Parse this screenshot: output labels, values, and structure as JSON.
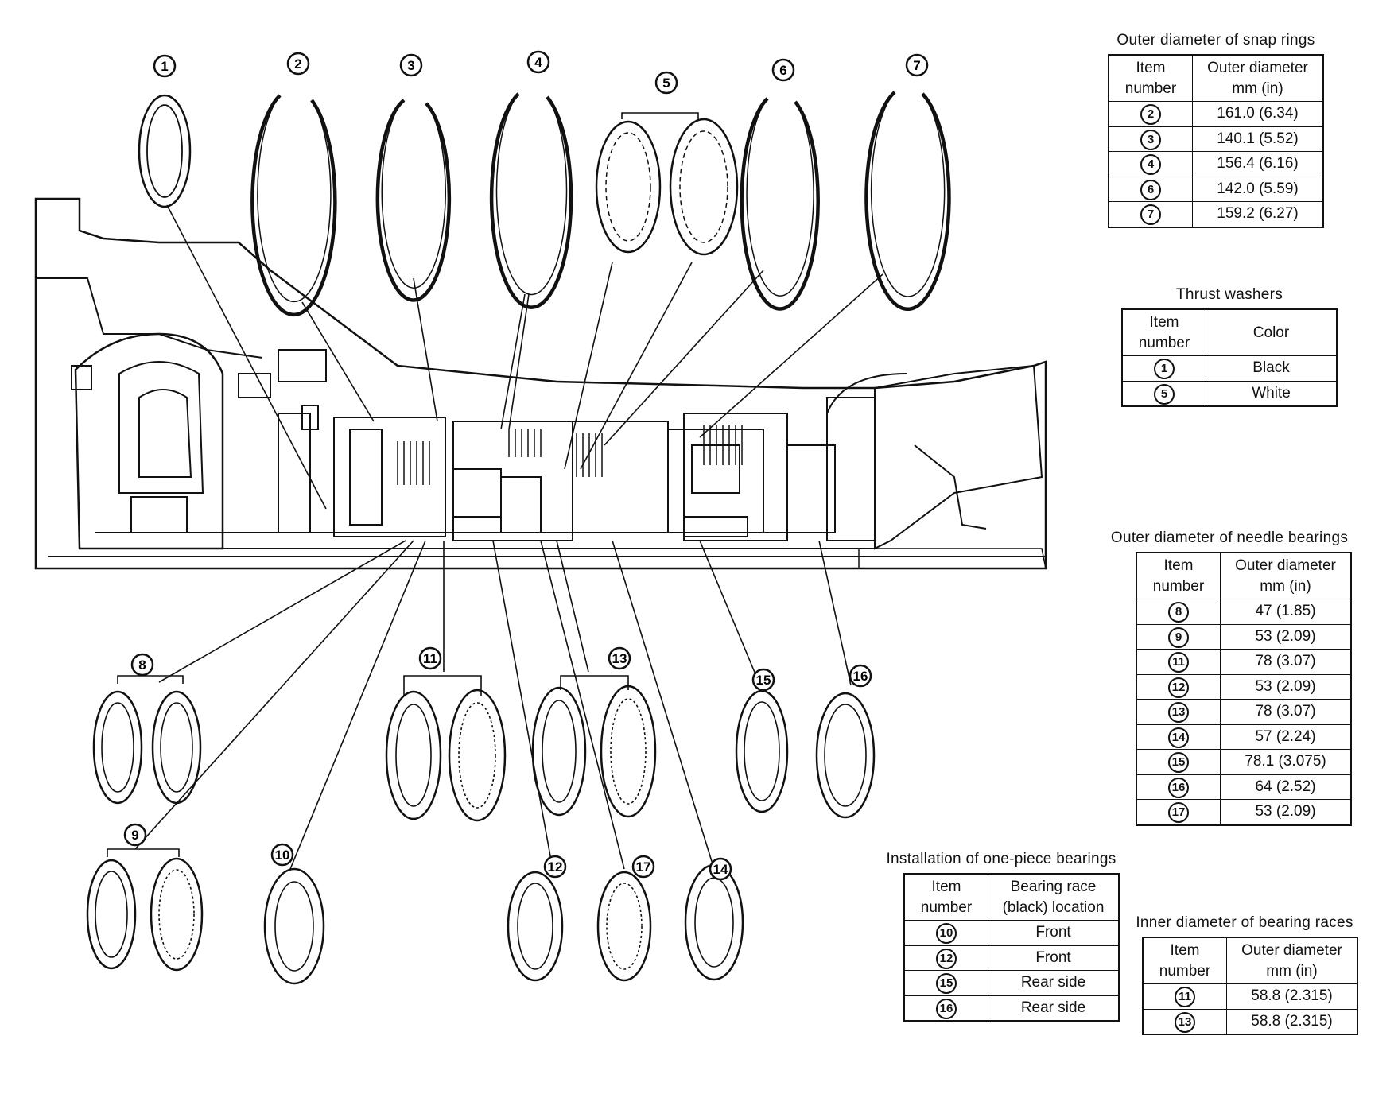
{
  "labels": {
    "1": "1",
    "2": "2",
    "3": "3",
    "4": "4",
    "5": "5",
    "6": "6",
    "7": "7",
    "8": "8",
    "9": "9",
    "10": "10",
    "11": "11",
    "12": "12",
    "13": "13",
    "14": "14",
    "15": "15",
    "16": "16",
    "17": "17"
  },
  "tables": {
    "snap_rings": {
      "title": "Outer diameter of snap rings",
      "headers": [
        "Item number",
        "Outer diameter mm (in)"
      ],
      "rows": [
        {
          "item": "2",
          "value": "161.0 (6.34)"
        },
        {
          "item": "3",
          "value": "140.1 (5.52)"
        },
        {
          "item": "4",
          "value": "156.4 (6.16)"
        },
        {
          "item": "6",
          "value": "142.0 (5.59)"
        },
        {
          "item": "7",
          "value": "159.2 (6.27)"
        }
      ]
    },
    "thrust_washers": {
      "title": "Thrust washers",
      "headers": [
        "Item number",
        "Color"
      ],
      "rows": [
        {
          "item": "1",
          "value": "Black"
        },
        {
          "item": "5",
          "value": "White"
        }
      ]
    },
    "needle_bearings": {
      "title": "Outer diameter of needle bearings",
      "headers": [
        "Item number",
        "Outer diameter mm (in)"
      ],
      "rows": [
        {
          "item": "8",
          "value": "47 (1.85)"
        },
        {
          "item": "9",
          "value": "53 (2.09)"
        },
        {
          "item": "11",
          "value": "78 (3.07)"
        },
        {
          "item": "12",
          "value": "53 (2.09)"
        },
        {
          "item": "13",
          "value": "78 (3.07)"
        },
        {
          "item": "14",
          "value": "57 (2.24)"
        },
        {
          "item": "15",
          "value": "78.1 (3.075)"
        },
        {
          "item": "16",
          "value": "64 (2.52)"
        },
        {
          "item": "17",
          "value": "53 (2.09)"
        }
      ]
    },
    "one_piece": {
      "title": "Installation of one-piece bearings",
      "headers": [
        "Item number",
        "Bearing race (black) location"
      ],
      "rows": [
        {
          "item": "10",
          "value": "Front"
        },
        {
          "item": "12",
          "value": "Front"
        },
        {
          "item": "15",
          "value": "Rear side"
        },
        {
          "item": "16",
          "value": "Rear side"
        }
      ]
    },
    "bearing_races": {
      "title": "Inner diameter of bearing races",
      "headers": [
        "Item number",
        "Outer diameter mm (in)"
      ],
      "rows": [
        {
          "item": "11",
          "value": "58.8 (2.315)"
        },
        {
          "item": "13",
          "value": "58.8 (2.315)"
        }
      ]
    }
  }
}
